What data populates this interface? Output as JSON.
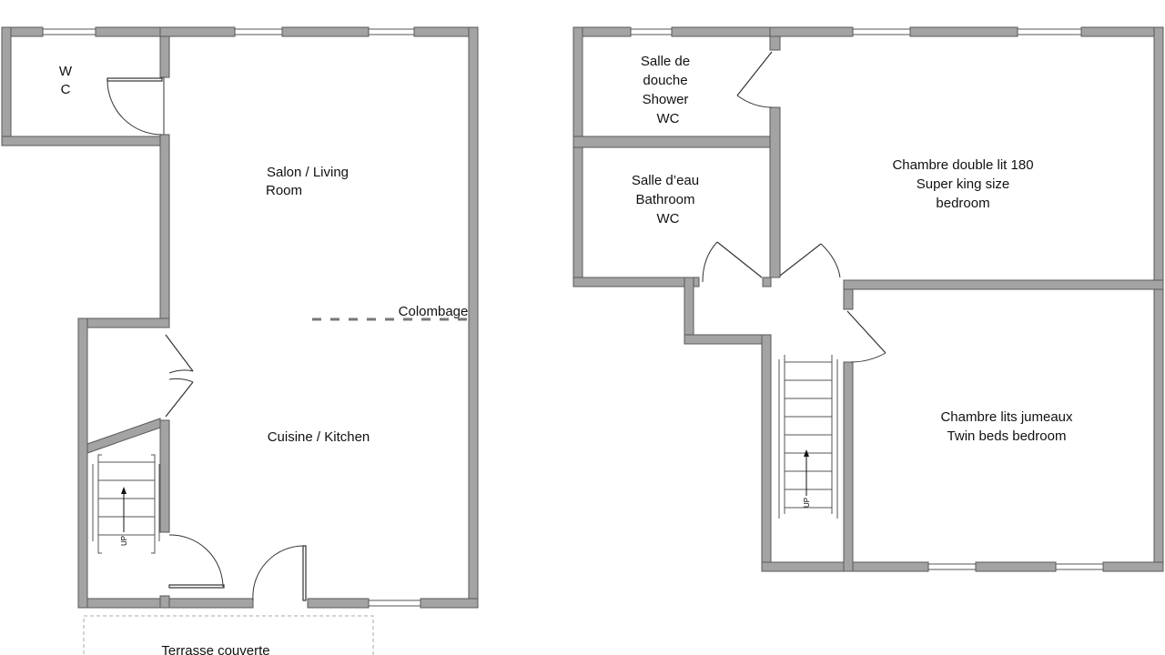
{
  "ground_floor": {
    "wc_label_1": "W",
    "wc_label_2": "C",
    "living_line1": "Salon / Living",
    "living_line2": "Room",
    "colombage": "Colombage",
    "kitchen": "Cuisine / Kitchen",
    "stair_up": "UP",
    "terrace": "Terrasse couverte"
  },
  "upper_floor": {
    "shower_lines": [
      "Salle de",
      "douche",
      "Shower",
      "WC"
    ],
    "bathroom_lines": [
      "Salle d’eau",
      "Bathroom",
      "WC"
    ],
    "master_lines": [
      "Chambre double lit 180",
      "Super king size",
      "bedroom"
    ],
    "twin_lines": [
      "Chambre lits jumeaux",
      "Twin beds bedroom"
    ],
    "stair_up": "UP"
  }
}
